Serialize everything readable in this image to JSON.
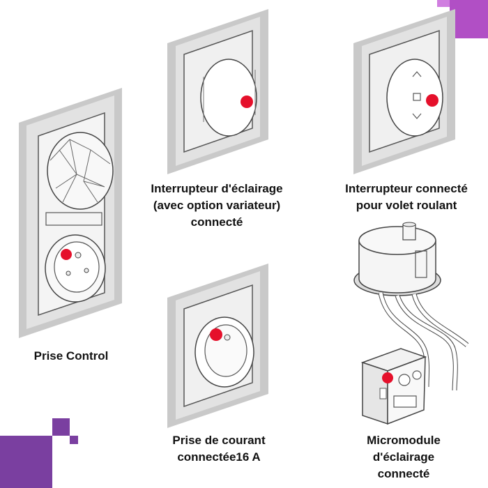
{
  "colors": {
    "accent_purple": "#7a3fa0",
    "accent_magenta": "#b14fc5",
    "marker_red": "#e5102b",
    "plate_gray": "#d9d9d9",
    "line_gray": "#555555"
  },
  "products": [
    {
      "id": "prise-control",
      "label_lines": [
        "Prise Control"
      ]
    },
    {
      "id": "interrupteur-eclairage",
      "label_lines": [
        "Interrupteur d'éclairage",
        "(avec option variateur)",
        "connecté"
      ]
    },
    {
      "id": "interrupteur-volet",
      "label_lines": [
        "Interrupteur connecté",
        "pour volet roulant"
      ]
    },
    {
      "id": "prise-courant",
      "label_lines": [
        "Prise de courant",
        "connectée16 A"
      ]
    },
    {
      "id": "micromodule",
      "label_lines": [
        "Micromodule",
        "d'éclairage",
        "connecté"
      ]
    }
  ]
}
